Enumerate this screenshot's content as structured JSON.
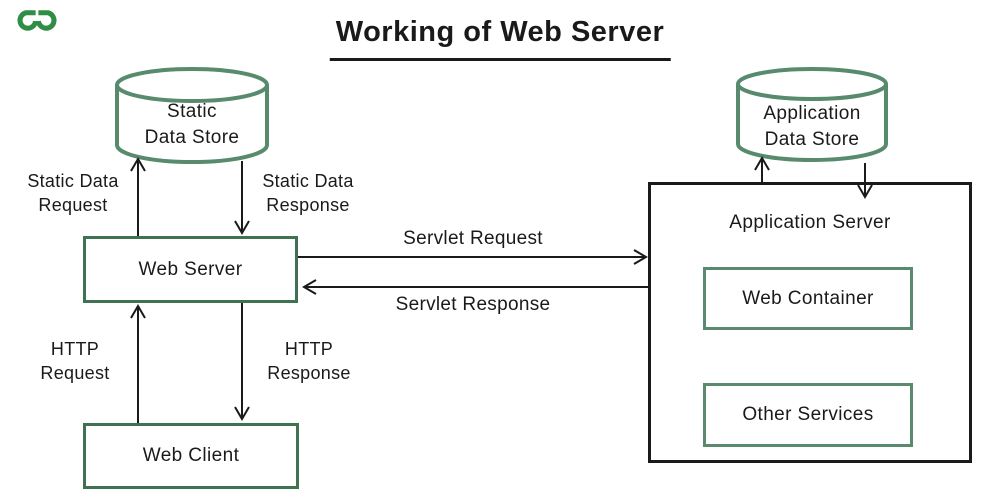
{
  "title": {
    "text": "Working of Web Server"
  },
  "logo": {
    "name": "geeksforgeeks"
  },
  "nodes": {
    "static_data_store": {
      "label": "Static\nData Store"
    },
    "application_data_store": {
      "label": "Application\nData Store"
    },
    "web_server": {
      "label": "Web Server"
    },
    "web_client": {
      "label": "Web Client"
    },
    "application_server": {
      "label": "Application Server"
    },
    "web_container": {
      "label": "Web Container"
    },
    "other_services": {
      "label": "Other Services"
    }
  },
  "edges": {
    "static_data_request": {
      "label": "Static Data\nRequest"
    },
    "static_data_response": {
      "label": "Static Data\nResponse"
    },
    "servlet_request": {
      "label": "Servlet Request"
    },
    "servlet_response": {
      "label": "Servlet Response"
    },
    "http_request": {
      "label": "HTTP\nRequest"
    },
    "http_response": {
      "label": "HTTP\nResponse"
    }
  },
  "colors": {
    "ink": "#1a1a1a",
    "logo-green": "#2f8d46",
    "box-green": "#3f7253",
    "cylinder-green": "#588a6d",
    "inner-box-green": "#5a8a6e"
  }
}
